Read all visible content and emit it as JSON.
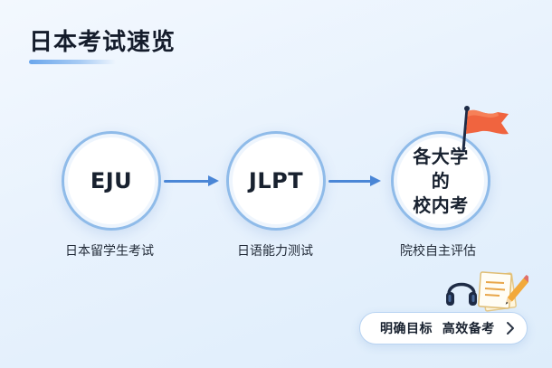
{
  "page": {
    "title": "日本考试速览"
  },
  "steps": [
    {
      "badge": "EJU",
      "caption": "日本留学生考试"
    },
    {
      "badge": "JLPT",
      "caption": "日语能力测试"
    },
    {
      "badge_line1": "各大学的",
      "badge_line2": "校内考",
      "caption": "院校自主评估"
    }
  ],
  "cta": {
    "label": "明确目标  高效备考",
    "icon": "chevron-right-icon"
  },
  "icons": {
    "flag": "flag-icon",
    "headphones": "headphones-icon",
    "notes": "notes-icon"
  },
  "colors": {
    "accent": "#4a86d6",
    "circle_border": "#8fbbe9",
    "flag": "#f0643f",
    "headphones": "#1e2b45",
    "pencil": "#f2a93b"
  }
}
